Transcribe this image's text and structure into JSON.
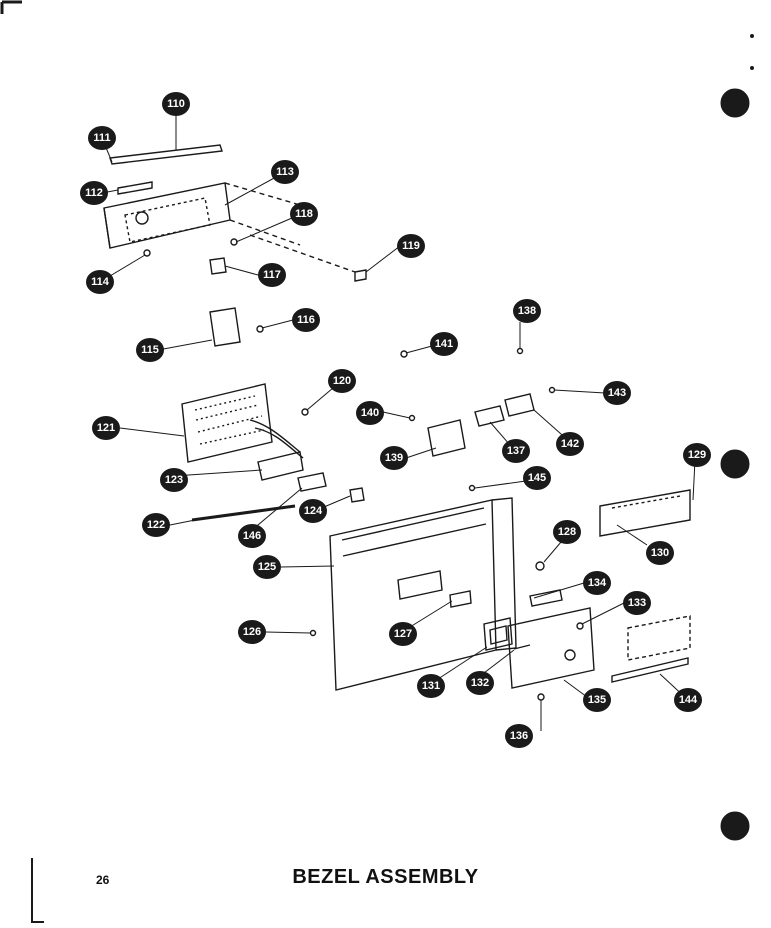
{
  "page": {
    "number": "26",
    "title": "BEZEL ASSEMBLY"
  },
  "callouts": [
    "110",
    "111",
    "112",
    "113",
    "114",
    "116",
    "117",
    "118",
    "119",
    "115",
    "121",
    "120",
    "123",
    "122",
    "146",
    "124",
    "125",
    "126",
    "127",
    "131",
    "132",
    "135",
    "136",
    "128",
    "134",
    "133",
    "129",
    "130",
    "144",
    "137",
    "138",
    "139",
    "140",
    "141",
    "142",
    "143",
    "145"
  ],
  "colors": {
    "ink": "#1a1a1a",
    "paper": "#ffffff"
  }
}
